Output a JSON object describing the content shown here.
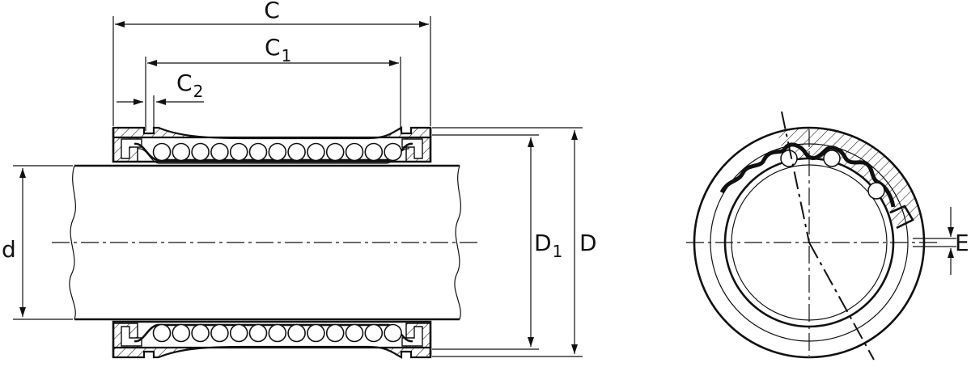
{
  "labels": {
    "C": "C",
    "C1_base": "C",
    "C1_sub": "1",
    "C2_base": "C",
    "C2_sub": "2",
    "d": "d",
    "D1_base": "D",
    "D1_sub": "1",
    "D": "D",
    "E": "E"
  }
}
